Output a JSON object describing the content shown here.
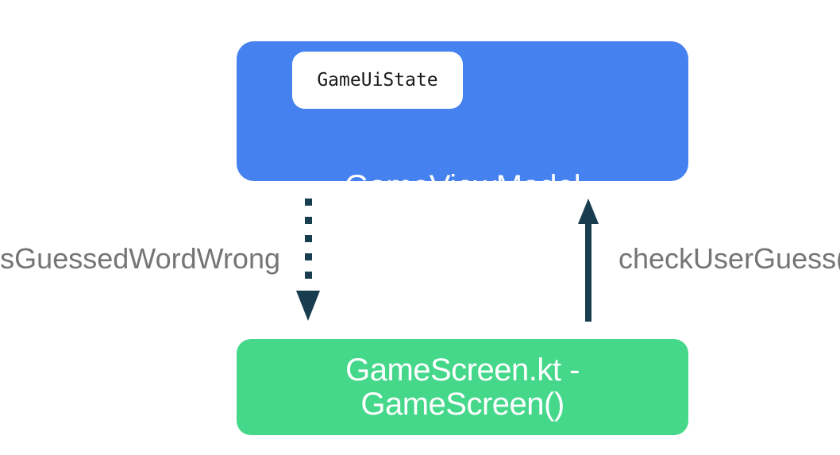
{
  "colors": {
    "viewmodel_blue": "#4681f0",
    "screen_green": "#45d88b",
    "chip_bg": "#ffffff",
    "chip_text": "#1a1a1a",
    "title_text": "#ffffff",
    "label_gray": "#757575",
    "arrow_dark": "#173d4f",
    "page_bg": "#ffffff"
  },
  "viewmodel_box": {
    "title": "GameViewModel",
    "chip_label": "GameUiState"
  },
  "screen_box": {
    "title_line1": "GameScreen.kt -",
    "title_line2": "GameScreen()"
  },
  "labels": {
    "state_flow": "isGuessedWordWrong",
    "event_flow": "checkUserGuess()"
  }
}
